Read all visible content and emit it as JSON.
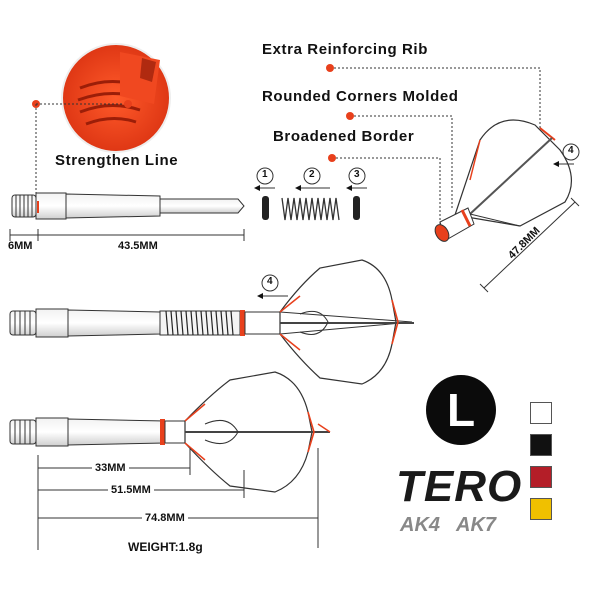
{
  "callouts": {
    "strengthen_line": "Strengthen Line",
    "extra_rib": "Extra Reinforcing Rib",
    "rounded_corners": "Rounded Corners Molded",
    "broadened_border": "Broadened Border"
  },
  "steps": [
    "1",
    "2",
    "3",
    "4"
  ],
  "dimensions": {
    "six": "6MM",
    "forty_three": "43.5MM",
    "thirty_three": "33MM",
    "fifty_one": "51.5MM",
    "seventy_four": "74.8MM",
    "flight_height": "47.8MM",
    "weight": "WEIGHT:1.8g"
  },
  "size_badge": "L",
  "brand": {
    "name": "TERO",
    "logo_ak4": "AK4",
    "logo_ak7": "AK7"
  },
  "colors": {
    "accent": "#e8401c",
    "swatches": [
      "#ffffff",
      "#111111",
      "#b41e28",
      "#f0c000"
    ]
  }
}
